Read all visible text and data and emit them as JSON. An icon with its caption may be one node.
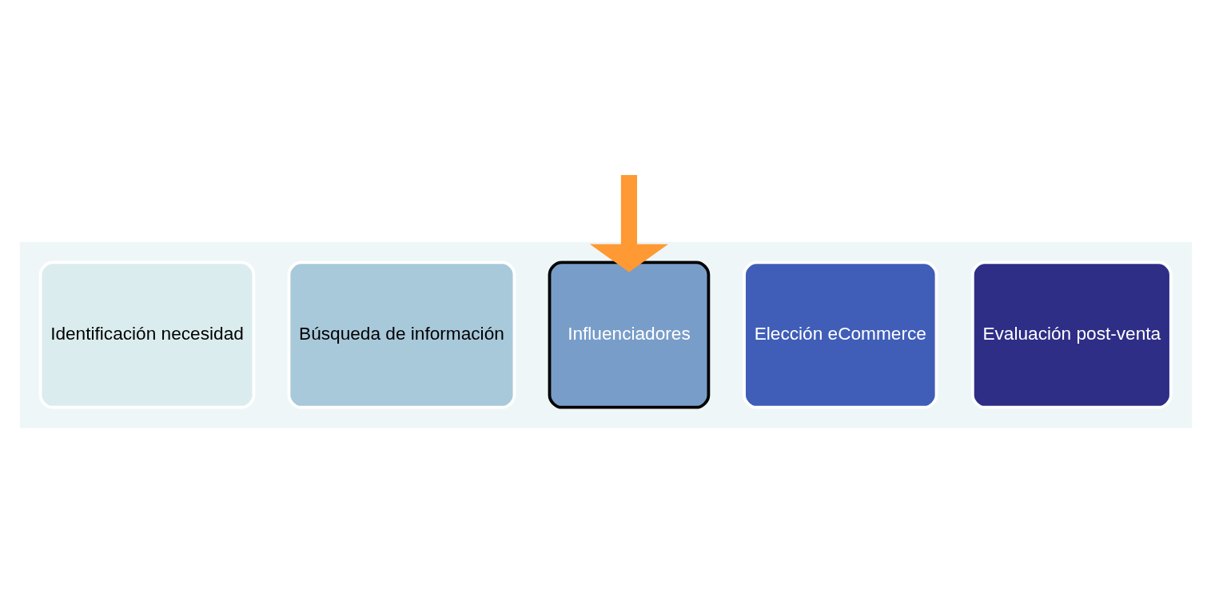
{
  "diagram": {
    "nodes": [
      {
        "text": [],
        "shape": "arrow"
      },
      {
        "text": [
          "Identificación necesidad"
        ],
        "in": 0
      },
      {
        "text": [
          "Búsqueda de información"
        ],
        "in": 0
      },
      {
        "text": [
          "Influenciadores"
        ],
        "in": 0
      },
      {
        "text": [
          "Elección eCommerce"
        ],
        "in": 0
      },
      {
        "text": [
          "Evaluación post-venta"
        ],
        "in": 0
      }
    ],
    "edges": [
      {
        "from": null,
        "to": 3,
        "arrow": "to",
        "color": "#ff9933"
      }
    ]
  }
}
